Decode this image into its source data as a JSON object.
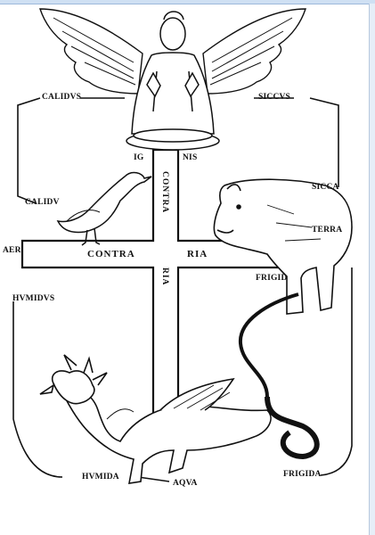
{
  "labels": {
    "calidus": "CALIDVS",
    "siccus": "SICCVS",
    "ig": "IG",
    "nis": "NIS",
    "calidus_small": "CALIDV",
    "succa": "SICCA",
    "terra": "TERRA",
    "aer": "AER",
    "contra_h": "CONTRA",
    "ria_h": "RIA",
    "frigid": "FRIGID",
    "humidus": "HVMIDVS",
    "contra_v": "CONTRA",
    "ria_v": "RIA",
    "humida": "HVMIDA",
    "aqua": "AQVA",
    "frigida": "FRIGIDA"
  }
}
